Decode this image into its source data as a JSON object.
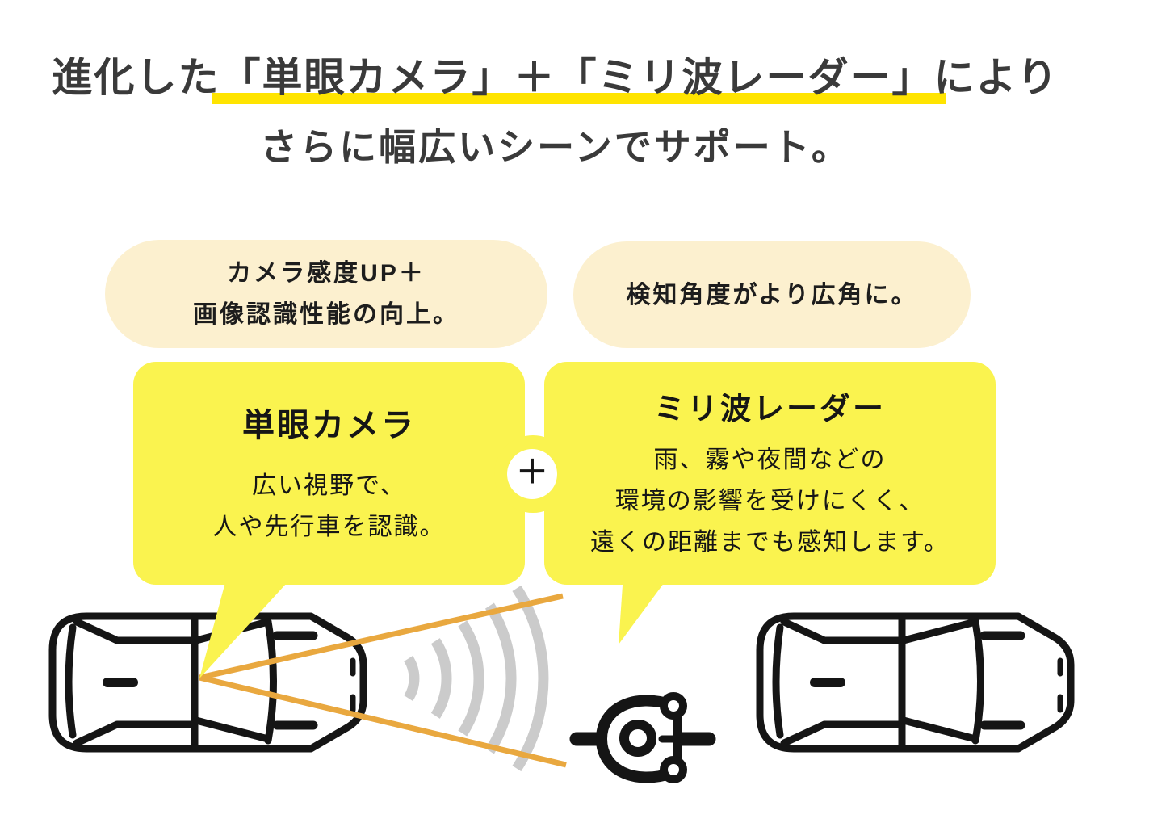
{
  "heading": {
    "line1": "進化した「単眼カメラ」＋「ミリ波レーダー」により",
    "line2": "さらに幅広いシーンでサポート。",
    "text_color": "#3a3a3a",
    "highlight_color": "#ffe400"
  },
  "callouts": {
    "camera_pill": {
      "lines": [
        "カメラ感度UP＋",
        "画像認識性能の向上。"
      ],
      "bg": "#fcf0cf"
    },
    "radar_pill": {
      "text": "検知角度がより広角に。",
      "bg": "#fcf0cf"
    }
  },
  "bubbles": {
    "camera": {
      "title": "単眼カメラ",
      "lines": [
        "広い視野で、",
        "人や先行車を認識。"
      ],
      "bg": "#faf34f"
    },
    "plus": "＋",
    "radar": {
      "title": "ミリ波レーダー",
      "lines": [
        "雨、霧や夜間などの",
        "環境の影響を受けにくく、",
        "遠くの距離までも感知します。"
      ],
      "bg": "#faf34f"
    }
  },
  "illustration": {
    "fov_line_color": "#e9a83f",
    "radar_wave_color": "#cbcbcb",
    "outline_color": "#151515",
    "elements": [
      "car-top-view-left",
      "camera-field-of-view-lines",
      "radar-wave-arcs",
      "cyclist-top-view",
      "car-top-view-right"
    ]
  }
}
